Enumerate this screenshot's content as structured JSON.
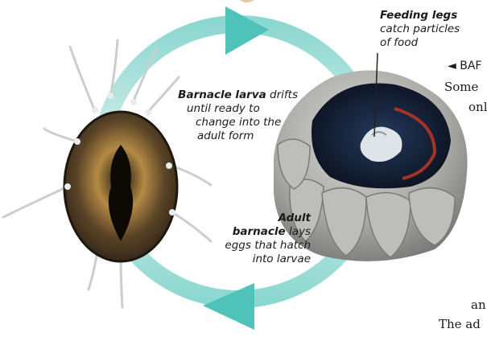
{
  "captions": {
    "feeding": {
      "bold": "Feeding legs",
      "rest_line1": "catch particles",
      "rest_line2": "of food"
    },
    "larva": {
      "bold": "Barnacle larva",
      "rest_line1": " drifts",
      "line2": "until ready to",
      "line3": "change into the",
      "line4": "adult form"
    },
    "adult": {
      "bold_line1": "Adult",
      "bold_line2": "barnacle",
      "rest_line2": " lays",
      "line3": "eggs that hatch",
      "line4": "into larvae"
    }
  },
  "side_text": {
    "line1": "◄ BAF",
    "line2": "Some",
    "line3": "onl",
    "line4": "an",
    "line5": "The ad"
  },
  "colors": {
    "cycle_arrow": "#4fc3ba",
    "cycle_arrow_light": "#cdece8",
    "pointer_line": "#222222"
  },
  "icons": {
    "larva": "barnacle-larva-illustration",
    "adult": "adult-barnacle-illustration",
    "arrow_top": "cycle-arrow-right-icon",
    "arrow_bottom": "cycle-arrow-left-icon"
  }
}
